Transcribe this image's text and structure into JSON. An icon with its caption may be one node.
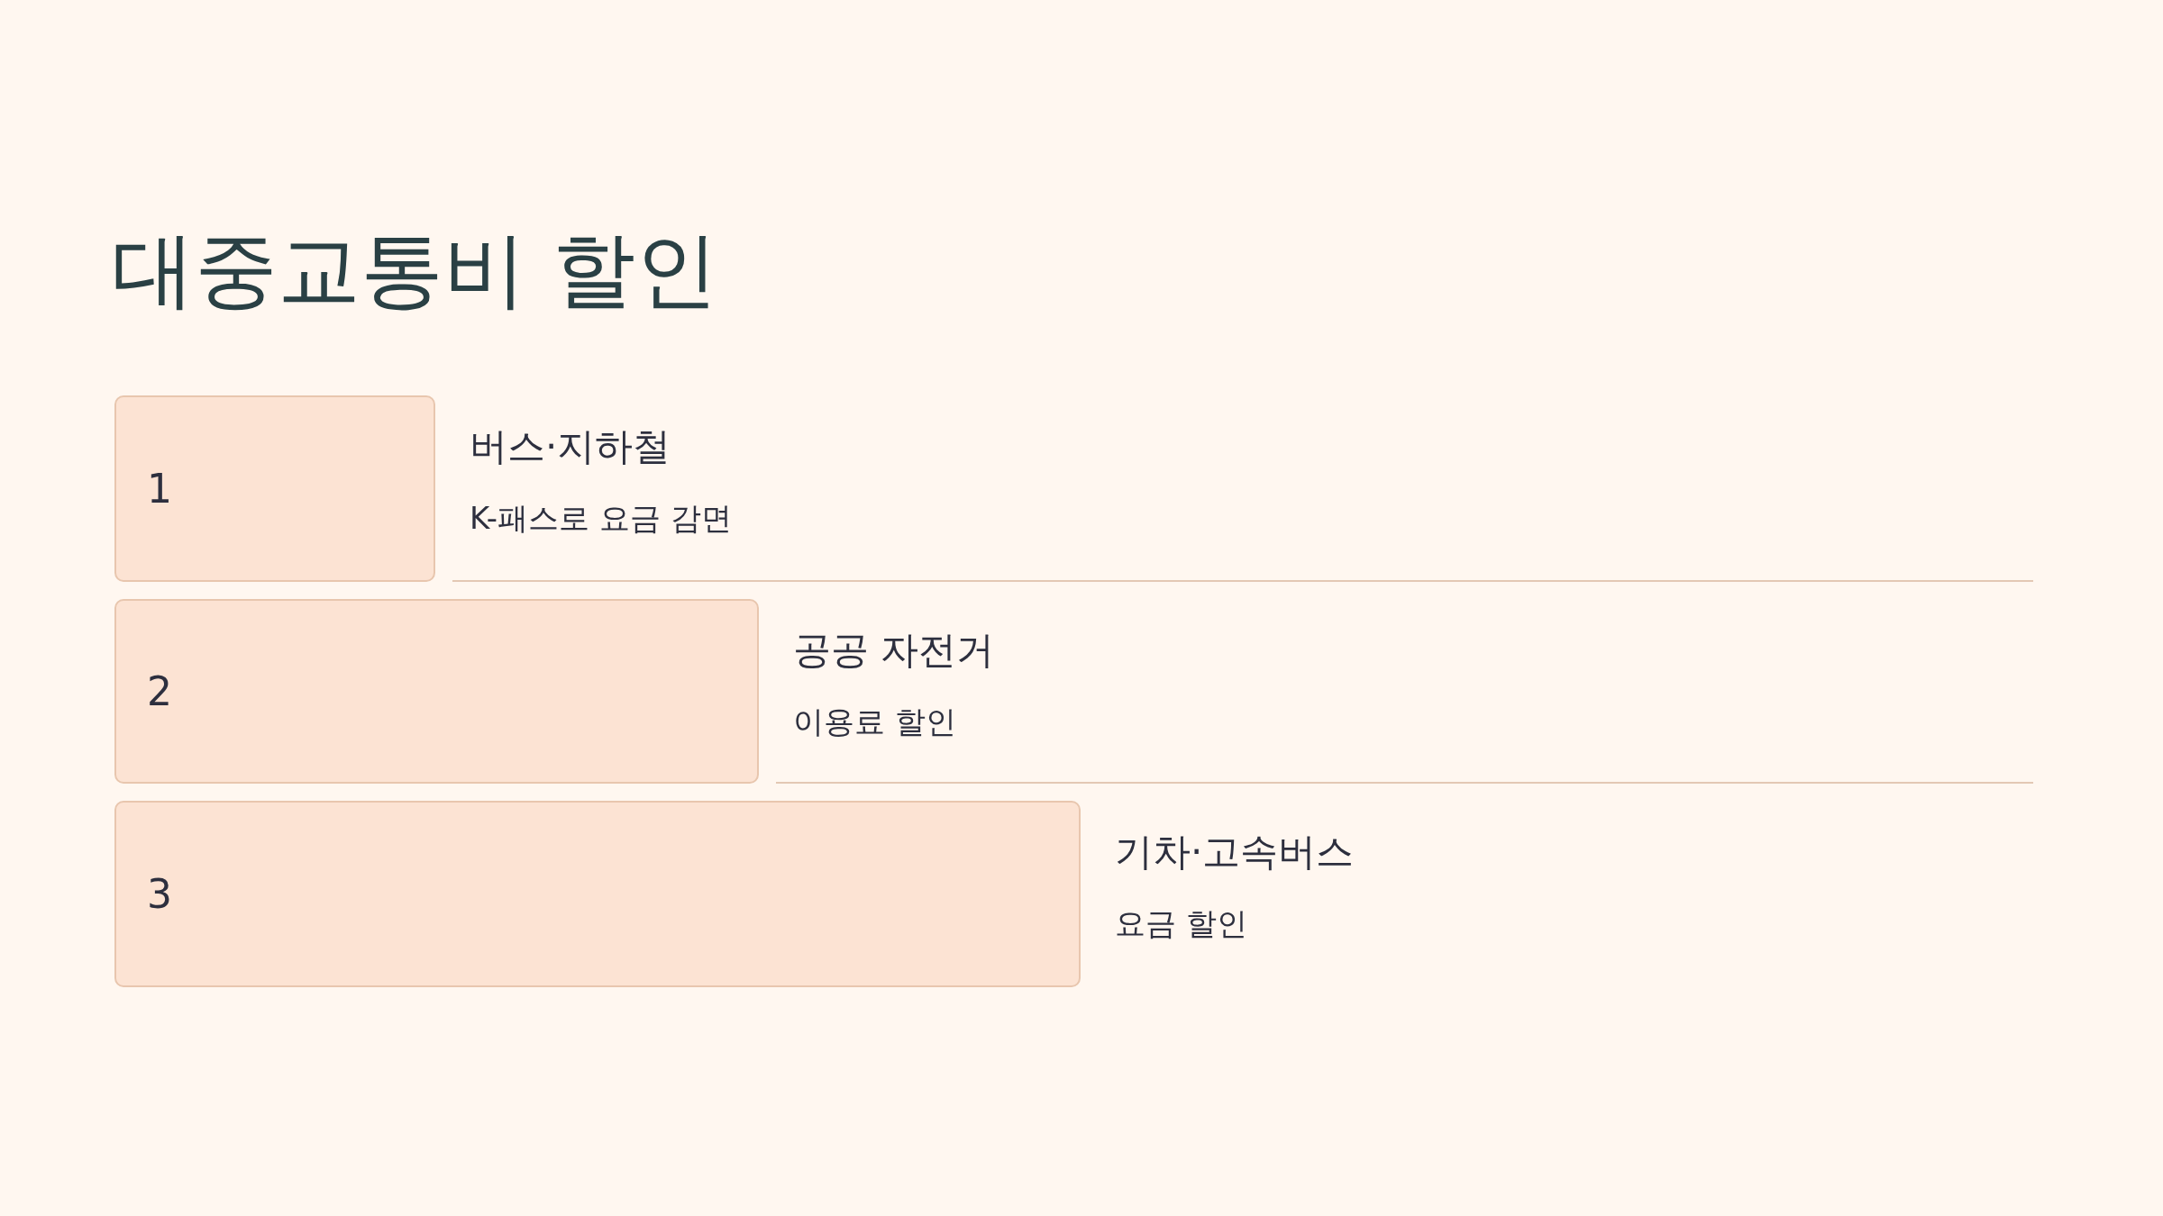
{
  "diagram": {
    "title": "대중교통비 할인",
    "nodes": [
      {
        "text": [
          "1"
        ],
        "beside": [
          "버스·지하철",
          "K-패스로 요금 감면"
        ]
      },
      {
        "text": [
          "2"
        ],
        "beside": [
          "공공 자전거",
          "이용료 할인"
        ]
      },
      {
        "text": [
          "3"
        ],
        "beside": [
          "기차·고속버스",
          "요금 할인"
        ]
      }
    ]
  }
}
